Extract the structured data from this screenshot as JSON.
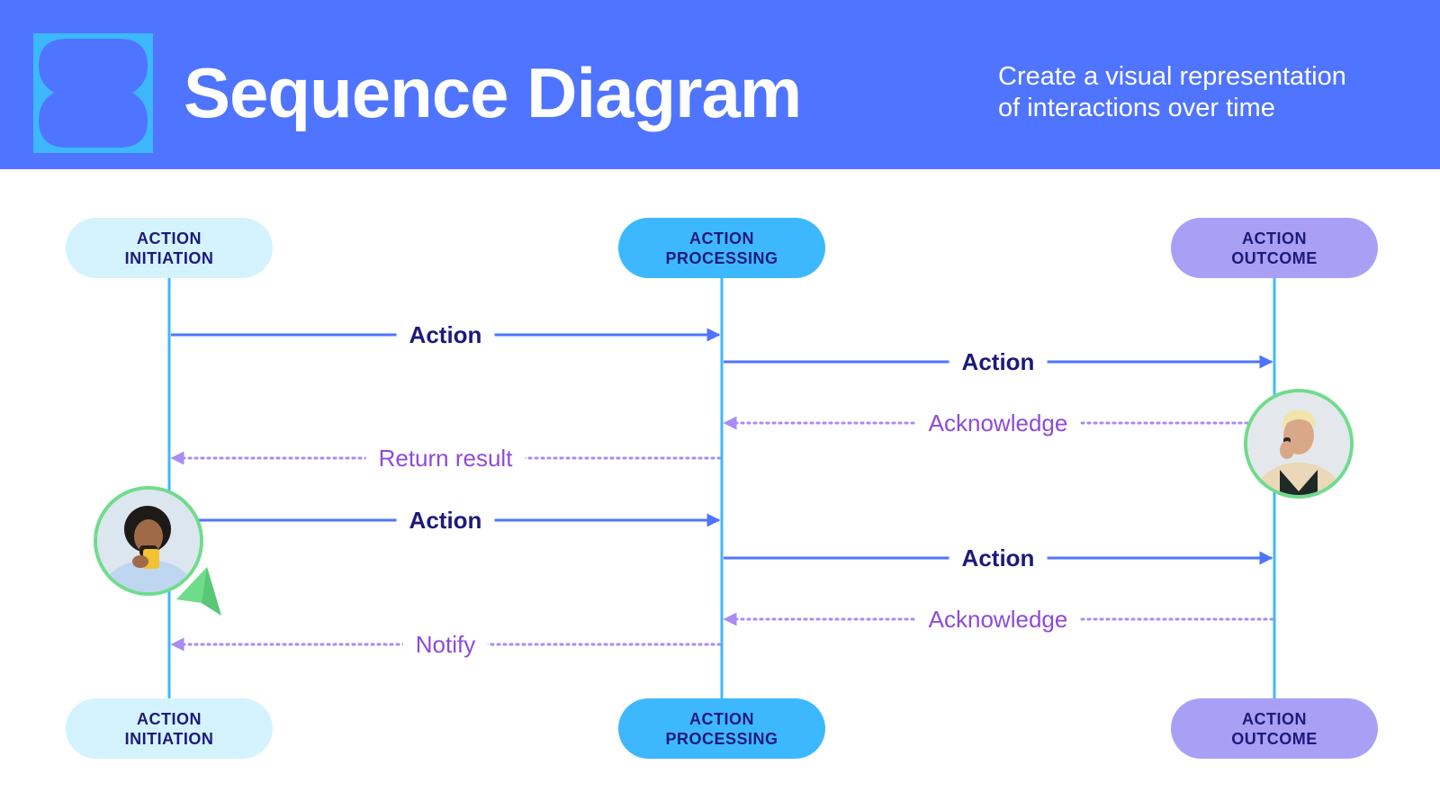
{
  "header": {
    "title": "Sequence Diagram",
    "subtitle_line1": "Create a visual representation",
    "subtitle_line2": "of interactions over time",
    "logo_icon": "s-shape-logo-icon",
    "background_color": "#4F74FF"
  },
  "participants": {
    "initiation": {
      "line1": "ACTION",
      "line2": "INITIATION",
      "color": "#D4F3FF"
    },
    "processing": {
      "line1": "ACTION",
      "line2": "PROCESSING",
      "color": "#3DB8FF"
    },
    "outcome": {
      "line1": "ACTION",
      "line2": "OUTCOME",
      "color": "#A9A0F6"
    }
  },
  "messages": [
    {
      "from": "initiation",
      "to": "processing",
      "label": "Action",
      "style": "solid"
    },
    {
      "from": "processing",
      "to": "outcome",
      "label": "Action",
      "style": "solid"
    },
    {
      "from": "outcome",
      "to": "processing",
      "label": "Acknowledge",
      "style": "dotted"
    },
    {
      "from": "processing",
      "to": "initiation",
      "label": "Return result",
      "style": "dotted"
    },
    {
      "from": "initiation",
      "to": "processing",
      "label": "Action",
      "style": "solid"
    },
    {
      "from": "processing",
      "to": "outcome",
      "label": "Action",
      "style": "solid"
    },
    {
      "from": "outcome",
      "to": "processing",
      "label": "Acknowledge",
      "style": "dotted"
    },
    {
      "from": "processing",
      "to": "initiation",
      "label": "Notify",
      "style": "dotted"
    }
  ],
  "avatars": [
    {
      "name": "avatar-man-holding-mug",
      "participant": "initiation"
    },
    {
      "name": "avatar-man-on-phone",
      "participant": "outcome"
    }
  ],
  "colors": {
    "lifeline": "#3DB8FF",
    "solid_arrow": "#4F74FF",
    "dotted_arrow": "#A98BF2",
    "label_dark": "#1D1A7A",
    "label_purple": "#8E4BD8",
    "avatar_border": "#6FDC8C"
  },
  "decorations": {
    "cursor_icon": "green-pointer-icon"
  }
}
